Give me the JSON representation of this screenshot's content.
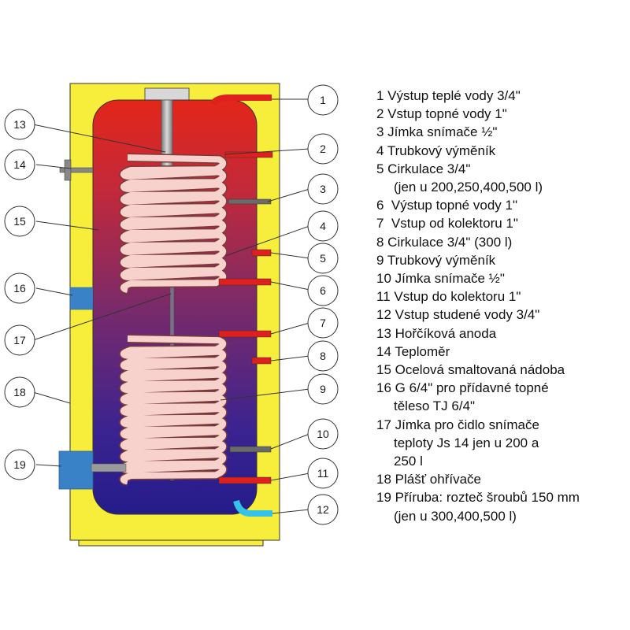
{
  "callouts": {
    "c1": "1",
    "c2": "2",
    "c3": "3",
    "c4": "4",
    "c5": "5",
    "c6": "6",
    "c7": "7",
    "c8": "8",
    "c9": "9",
    "c10": "10",
    "c11": "11",
    "c12": "12",
    "c13": "13",
    "c14": "14",
    "c15": "15",
    "c16": "16",
    "c17": "17",
    "c18": "18",
    "c19": "19"
  },
  "legend": [
    "1 Výstup teplé vody 3/4\"",
    "2 Vstup topné vody 1\"",
    "3 Jímka snímače ½\"",
    "4 Trubkový výměník",
    "5 Cirkulace 3/4\"",
    "(jen u 200,250,400,500 l)",
    "6  Výstup topné vody 1\"",
    "7  Vstup od kolektoru 1\"",
    "8 Cirkulace 3/4\" (300 l)",
    "9 Trubkový výměník",
    "10 Jímka snímače ½\"",
    "11 Vstup do kolektoru 1\"",
    "12 Vstup studené vody 3/4\"",
    "13 Hořčíková anoda",
    "14 Teploměr",
    "15 Ocelová smaltovaná nádoba",
    "16 G 6/4\" pro přídavné topné",
    "těleso TJ 6/4\"",
    "17 Jímka pro čidlo snímače",
    "teploty Js 14 jen u 200 a",
    "250 l",
    "18 Plášť ohřívače",
    "19 Příruba: rozteč šroubů 150 mm",
    "(jen u 300,400,500 l)"
  ],
  "colors": {
    "jacket": "#f7ee3c",
    "tank_top": "#e02b1e",
    "tank_bottom": "#2a1f8f",
    "coil": "#f2c6c0",
    "pipe_red": "#e0201e",
    "pipe_gray": "#666666",
    "pipe_cyan": "#33c3e8",
    "flange_blue": "#3a82c8"
  }
}
